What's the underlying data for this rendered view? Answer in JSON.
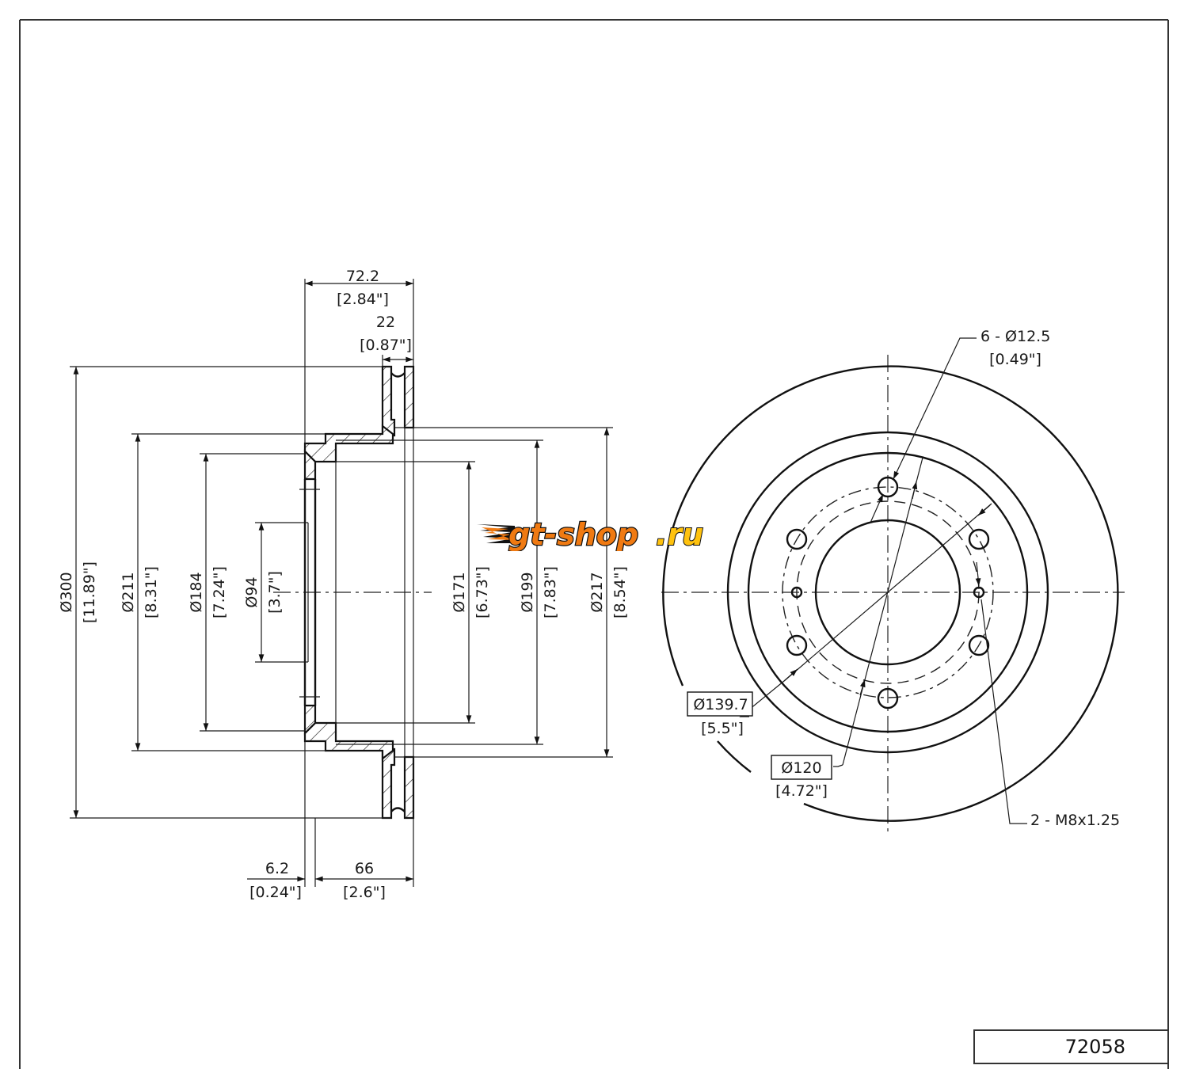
{
  "document": {
    "part_number": "72058",
    "watermark": "gt-shop.ru",
    "watermark_parts": {
      "main": "gt-shop",
      "suffix": ".ru"
    },
    "watermark_colors": {
      "orange": "#f07a12",
      "yellow": "#ffc20e",
      "outline": "#111111"
    }
  },
  "side_view": {
    "dimensions": {
      "overall_height": {
        "mm": "72.2",
        "in": "[2.84\"]"
      },
      "disc_thickness": {
        "mm": "22",
        "in": "[0.87\"]"
      },
      "hat_offset": {
        "mm": "6.2",
        "in": "[0.24\"]"
      },
      "hat_depth": {
        "mm": "66",
        "in": "[2.6\"]"
      },
      "d300": {
        "mm": "Ø300",
        "in": "[11.89\"]"
      },
      "d211": {
        "mm": "Ø211",
        "in": "[8.31\"]"
      },
      "d184": {
        "mm": "Ø184",
        "in": "[7.24\"]"
      },
      "d94": {
        "mm": "Ø94",
        "in": "[3.7\"]"
      },
      "d171": {
        "mm": "Ø171",
        "in": "[6.73\"]"
      },
      "d199": {
        "mm": "Ø199",
        "in": "[7.83\"]"
      },
      "d217": {
        "mm": "Ø217",
        "in": "[8.54\"]"
      }
    }
  },
  "front_view": {
    "bolt_holes": {
      "label": "6 - Ø12.5",
      "in": "[0.49\"]"
    },
    "bolt_circle": {
      "mm": "Ø139.7",
      "in": "[5.5\"]"
    },
    "pilot_circle": {
      "mm": "Ø120",
      "in": "[4.72\"]"
    },
    "threaded_holes": {
      "label": "2 - M8x1.25"
    }
  }
}
